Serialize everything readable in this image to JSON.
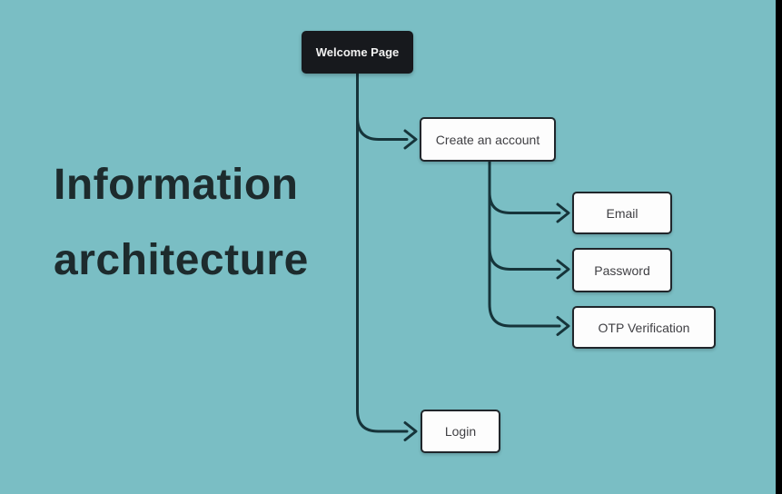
{
  "title": {
    "line1": "Information",
    "line2": "architecture"
  },
  "diagram": {
    "nodes": [
      {
        "id": "welcome",
        "label": "Welcome Page",
        "style": "dark"
      },
      {
        "id": "create-account",
        "label": "Create an account",
        "style": "light"
      },
      {
        "id": "email",
        "label": "Email",
        "style": "light"
      },
      {
        "id": "password",
        "label": "Password",
        "style": "light"
      },
      {
        "id": "otp",
        "label": "OTP Verification",
        "style": "light"
      },
      {
        "id": "login",
        "label": "Login",
        "style": "light"
      }
    ],
    "edges": [
      {
        "from": "welcome",
        "to": "create-account"
      },
      {
        "from": "welcome",
        "to": "login"
      },
      {
        "from": "create-account",
        "to": "email"
      },
      {
        "from": "create-account",
        "to": "password"
      },
      {
        "from": "create-account",
        "to": "otp"
      }
    ]
  },
  "colors": {
    "background": "#7abec4",
    "title_text": "#1d2b2d",
    "node_dark_bg": "#17191d",
    "node_dark_text": "#f2f2f2",
    "node_light_bg": "#fdfdfd",
    "node_light_text": "#404044",
    "node_border": "#20262b",
    "connector": "#16343a",
    "right_bar": "#000000"
  }
}
